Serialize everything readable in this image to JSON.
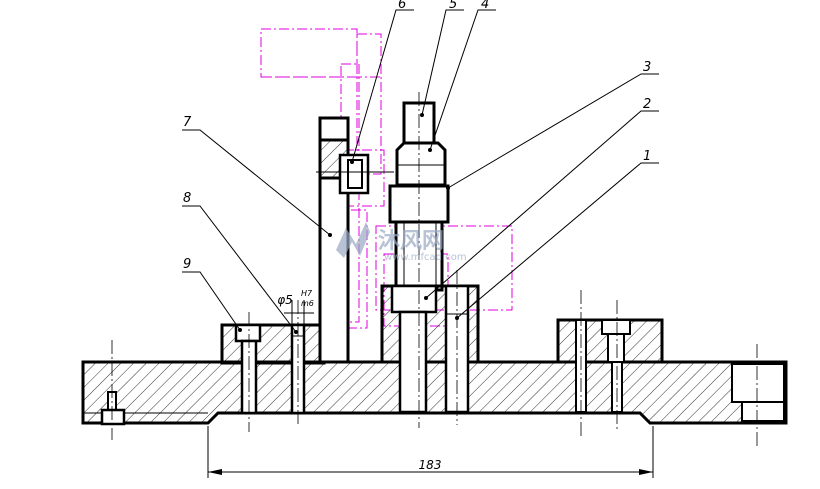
{
  "callouts": [
    "1",
    "2",
    "3",
    "4",
    "5",
    "6",
    "7",
    "8",
    "9"
  ],
  "fit": {
    "prefix": "φ5",
    "upper": "H7",
    "lower": "m6"
  },
  "dimension": {
    "overall_width": "183"
  },
  "watermark": {
    "brand": "沐风网",
    "url": "www.mfcad.com"
  },
  "colors": {
    "lines": "#000000",
    "phantom": "#e000e0",
    "watermark": "#9aa9c4",
    "background": "#ffffff"
  }
}
